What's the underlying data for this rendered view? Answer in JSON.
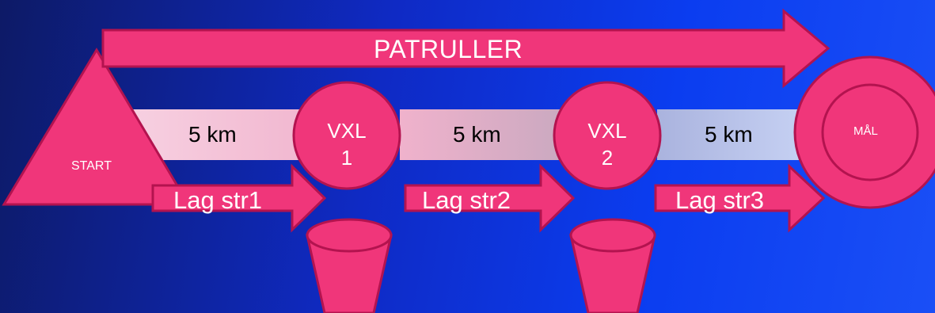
{
  "banner": {
    "label": "PATRULLER"
  },
  "start": {
    "label": "START"
  },
  "finish": {
    "label": "MÅL"
  },
  "exchanges": [
    {
      "line1": "VXL",
      "line2": "1"
    },
    {
      "line1": "VXL",
      "line2": "2"
    }
  ],
  "segments": [
    {
      "distance": "5 km"
    },
    {
      "distance": "5 km"
    },
    {
      "distance": "5 km"
    }
  ],
  "legs": [
    {
      "label": "Lag str1"
    },
    {
      "label": "Lag str2"
    },
    {
      "label": "Lag str3"
    }
  ],
  "colors": {
    "shape_fill": "#f0367a",
    "shape_stroke": "#b3134f",
    "segment_1": "#f6c4da",
    "segment_2": "#e2a4c0",
    "segment_3": "#b6c1ea",
    "background_dark": "#0d1a66",
    "background_light": "#1a4ff6"
  }
}
